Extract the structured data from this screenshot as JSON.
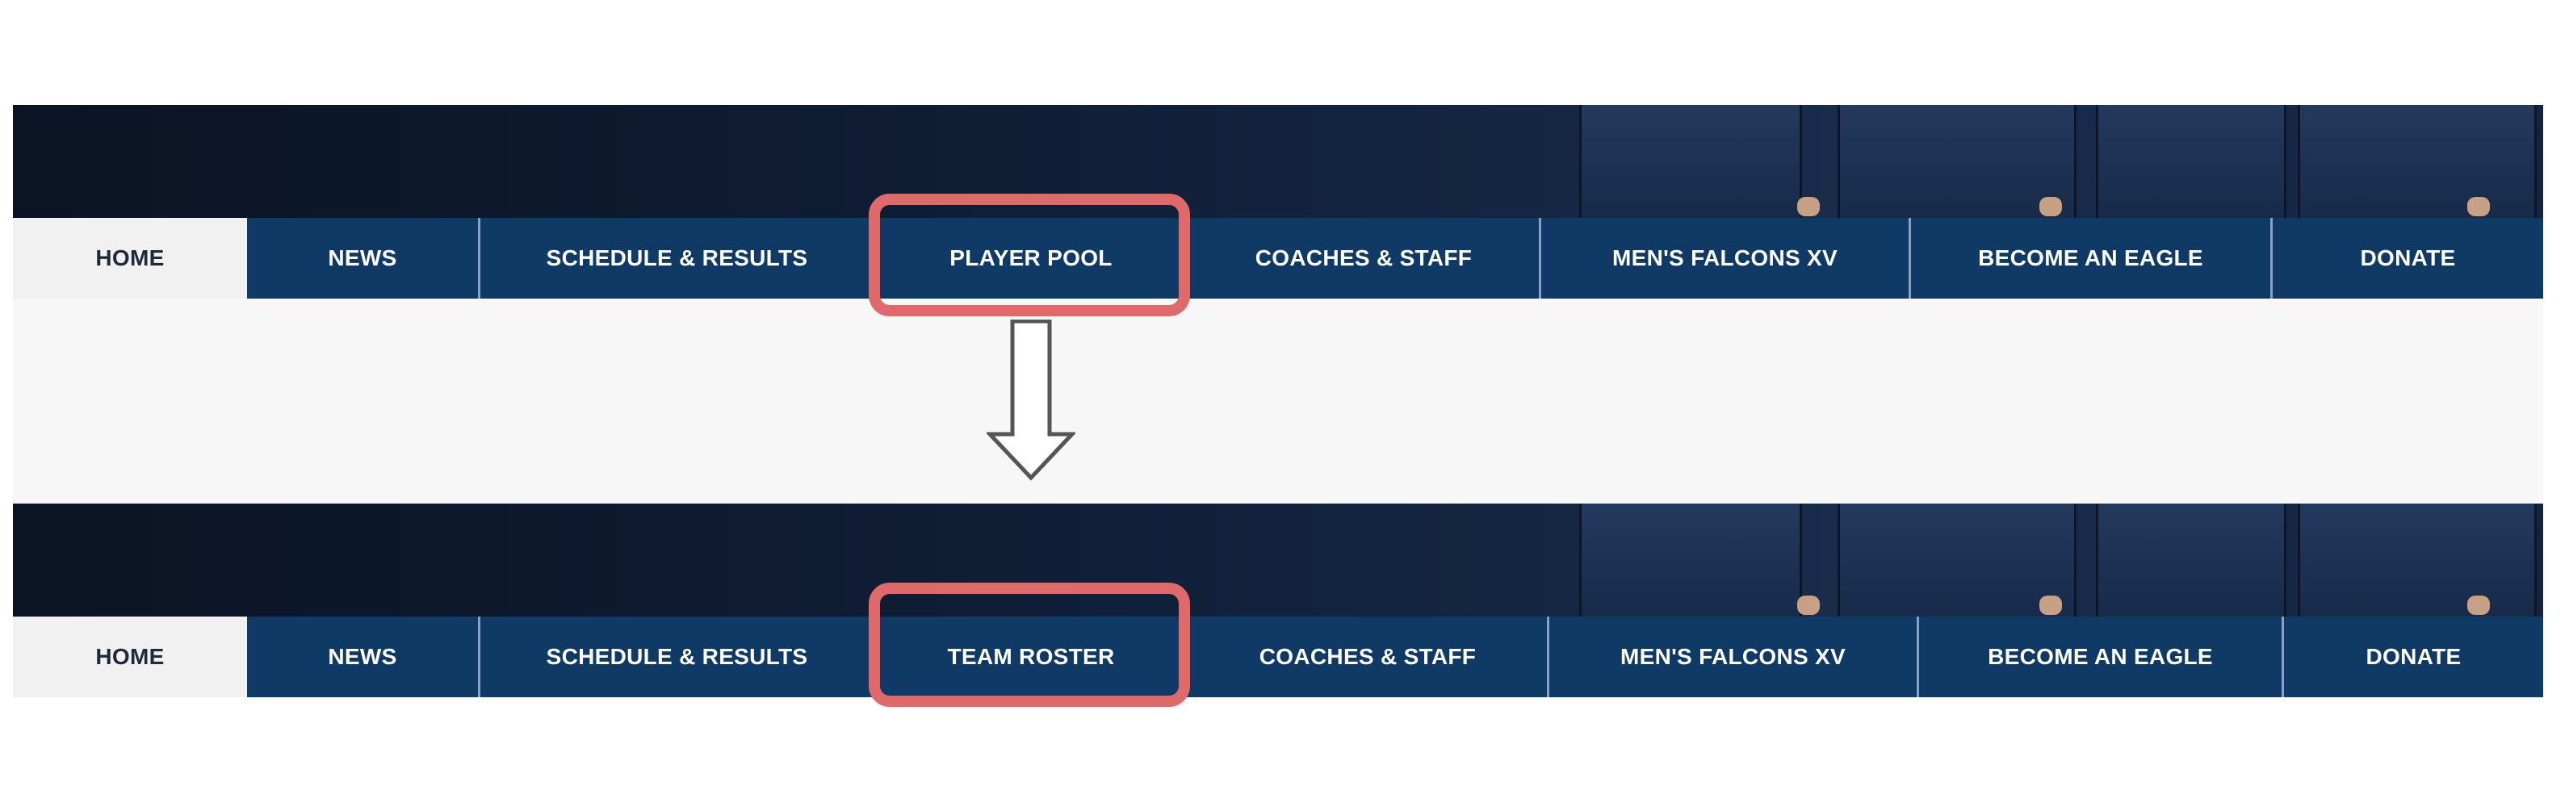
{
  "before_nav": {
    "items": [
      {
        "label": "HOME"
      },
      {
        "label": "NEWS"
      },
      {
        "label": "SCHEDULE & RESULTS"
      },
      {
        "label": "PLAYER POOL"
      },
      {
        "label": "COACHES & STAFF"
      },
      {
        "label": "MEN'S FALCONS XV"
      },
      {
        "label": "BECOME AN EAGLE"
      },
      {
        "label": "DONATE"
      }
    ]
  },
  "after_nav": {
    "items": [
      {
        "label": "HOME"
      },
      {
        "label": "NEWS"
      },
      {
        "label": "SCHEDULE & RESULTS"
      },
      {
        "label": "TEAM ROSTER"
      },
      {
        "label": "COACHES & STAFF"
      },
      {
        "label": "MEN'S FALCONS XV"
      },
      {
        "label": "BECOME AN EAGLE"
      },
      {
        "label": "DONATE"
      }
    ]
  },
  "colors": {
    "nav_bg": "#0f3a66",
    "home_bg": "#f1f1f1",
    "highlight": "#e06a6a",
    "accent_red": "#d43b3b"
  },
  "icons": [
    "down-arrow-icon"
  ]
}
